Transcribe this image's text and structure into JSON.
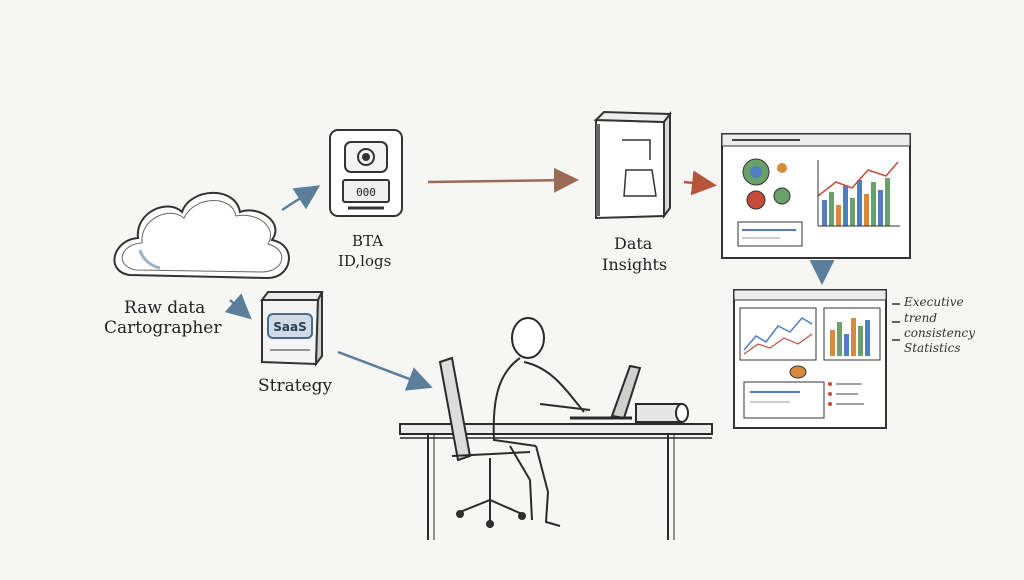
{
  "nodes": {
    "cloud": {
      "line1": "Raw data",
      "line2": "Cartographer"
    },
    "device": {
      "screen": "000",
      "line1": "BTA",
      "line2": "ID,logs"
    },
    "saas": {
      "badge": "SaaS",
      "caption": "Strategy"
    },
    "server": {
      "line1": "Data",
      "line2": "Insights"
    },
    "report": {
      "notes": [
        "Executive",
        "trend",
        "consistency",
        "Statistics"
      ]
    }
  },
  "colors": {
    "ink": "#2a2a2a",
    "blue_arrow": "#5b7f9a",
    "brown_arrow": "#9a6a54",
    "red_arrow": "#b5553c",
    "chart_green": "#6aa06a",
    "chart_blue": "#4f7fbf",
    "chart_orange": "#d68a3a",
    "chart_red": "#c44a3a"
  }
}
